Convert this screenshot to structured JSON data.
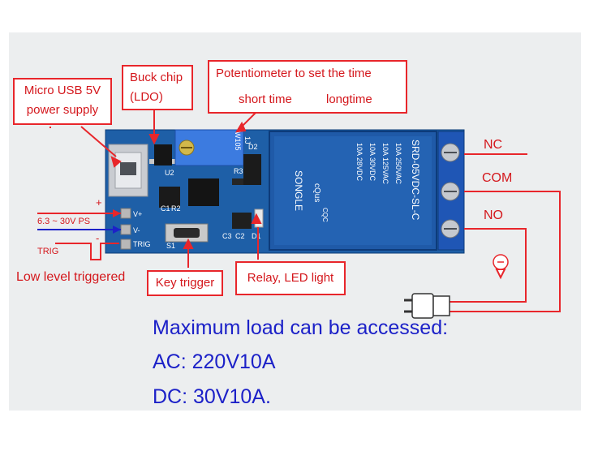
{
  "labels": {
    "usb_line1": "Micro USB 5V",
    "usb_line2": "power supply",
    "buck_line1": "Buck chip",
    "buck_line2": "(LDO)",
    "pot_title": "Potentiometer to set the time",
    "short_time": "short time",
    "long_time": "longtime",
    "key_trigger": "Key trigger",
    "relay_led": "Relay, LED light",
    "low_level": "Low level triggered",
    "trig": "TRIG",
    "ps": "6.3 ~ 30V PS",
    "plus": "+",
    "minus": "-",
    "nc": "NC",
    "com": "COM",
    "no": "NO"
  },
  "board": {
    "pins": [
      "V+",
      "V-",
      "TRIG"
    ],
    "silkscreen": [
      "U2",
      "R2",
      "C1",
      "S1",
      "R3",
      "D2",
      "C3",
      "C2",
      "D1"
    ],
    "pot_code": "W105",
    "pot_label": "1J",
    "relay_model": "SRD-05VDC-SL-C",
    "relay_ratings": [
      "10A 250VAC",
      "10A 125VAC",
      "10A 30VDC",
      "10A 28VDC"
    ],
    "relay_brand": "SONGLE",
    "cert": "cQus",
    "cqc": "CQC"
  },
  "specs": {
    "title": "Maximum load can be accessed:",
    "ac": "AC: 220V10A",
    "dc": "DC: 30V10A."
  },
  "colors": {
    "red": "#e8262b",
    "blue": "#1c21c8",
    "pcb": "#1e5fa7",
    "relay": "#1f5aa8",
    "terminal": "#1f56b5"
  }
}
